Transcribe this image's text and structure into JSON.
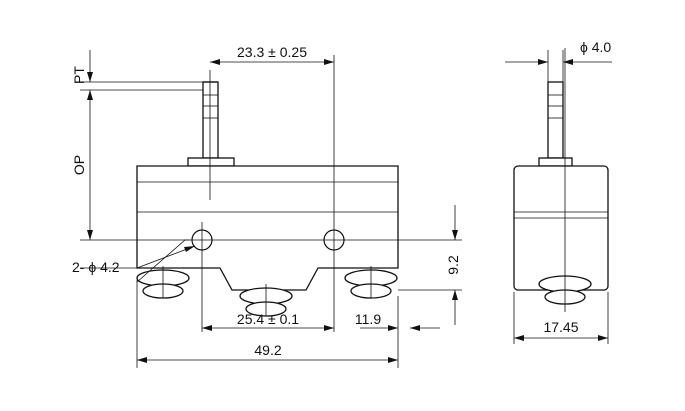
{
  "dimensions": {
    "pt": "PT",
    "op": "OP",
    "stroke_span": "23.3 ± 0.25",
    "hole_dia": "2- ϕ 4.2",
    "height_92": "9.2",
    "hole_spacing": "25.4 ± 0.1",
    "terminal_offset": "11.9",
    "overall_length": "49.2",
    "plunger_dia": "ϕ 4.0",
    "width": "17.45"
  }
}
